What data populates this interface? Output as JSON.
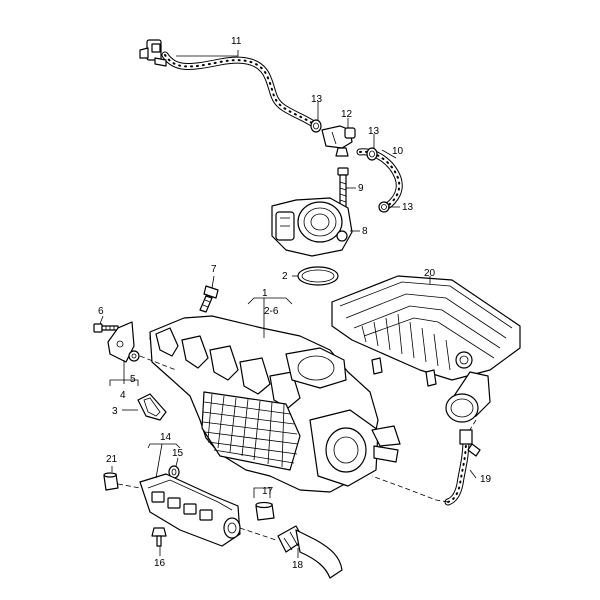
{
  "labels": [
    {
      "id": "11",
      "text": "11"
    },
    {
      "id": "13a",
      "text": "13"
    },
    {
      "id": "12",
      "text": "12"
    },
    {
      "id": "13b",
      "text": "13"
    },
    {
      "id": "10",
      "text": "10"
    },
    {
      "id": "13c",
      "text": "13"
    },
    {
      "id": "9",
      "text": "9"
    },
    {
      "id": "8",
      "text": "8"
    },
    {
      "id": "2",
      "text": "2"
    },
    {
      "id": "20",
      "text": "20"
    },
    {
      "id": "7",
      "text": "7"
    },
    {
      "id": "1",
      "text": "1"
    },
    {
      "id": "2-6",
      "text": "2-6"
    },
    {
      "id": "6",
      "text": "6"
    },
    {
      "id": "5",
      "text": "5"
    },
    {
      "id": "4",
      "text": "4"
    },
    {
      "id": "3",
      "text": "3"
    },
    {
      "id": "14",
      "text": "14"
    },
    {
      "id": "15",
      "text": "15"
    },
    {
      "id": "21",
      "text": "21"
    },
    {
      "id": "17",
      "text": "17"
    },
    {
      "id": "19",
      "text": "19"
    },
    {
      "id": "16",
      "text": "16"
    },
    {
      "id": "18",
      "text": "18"
    }
  ]
}
